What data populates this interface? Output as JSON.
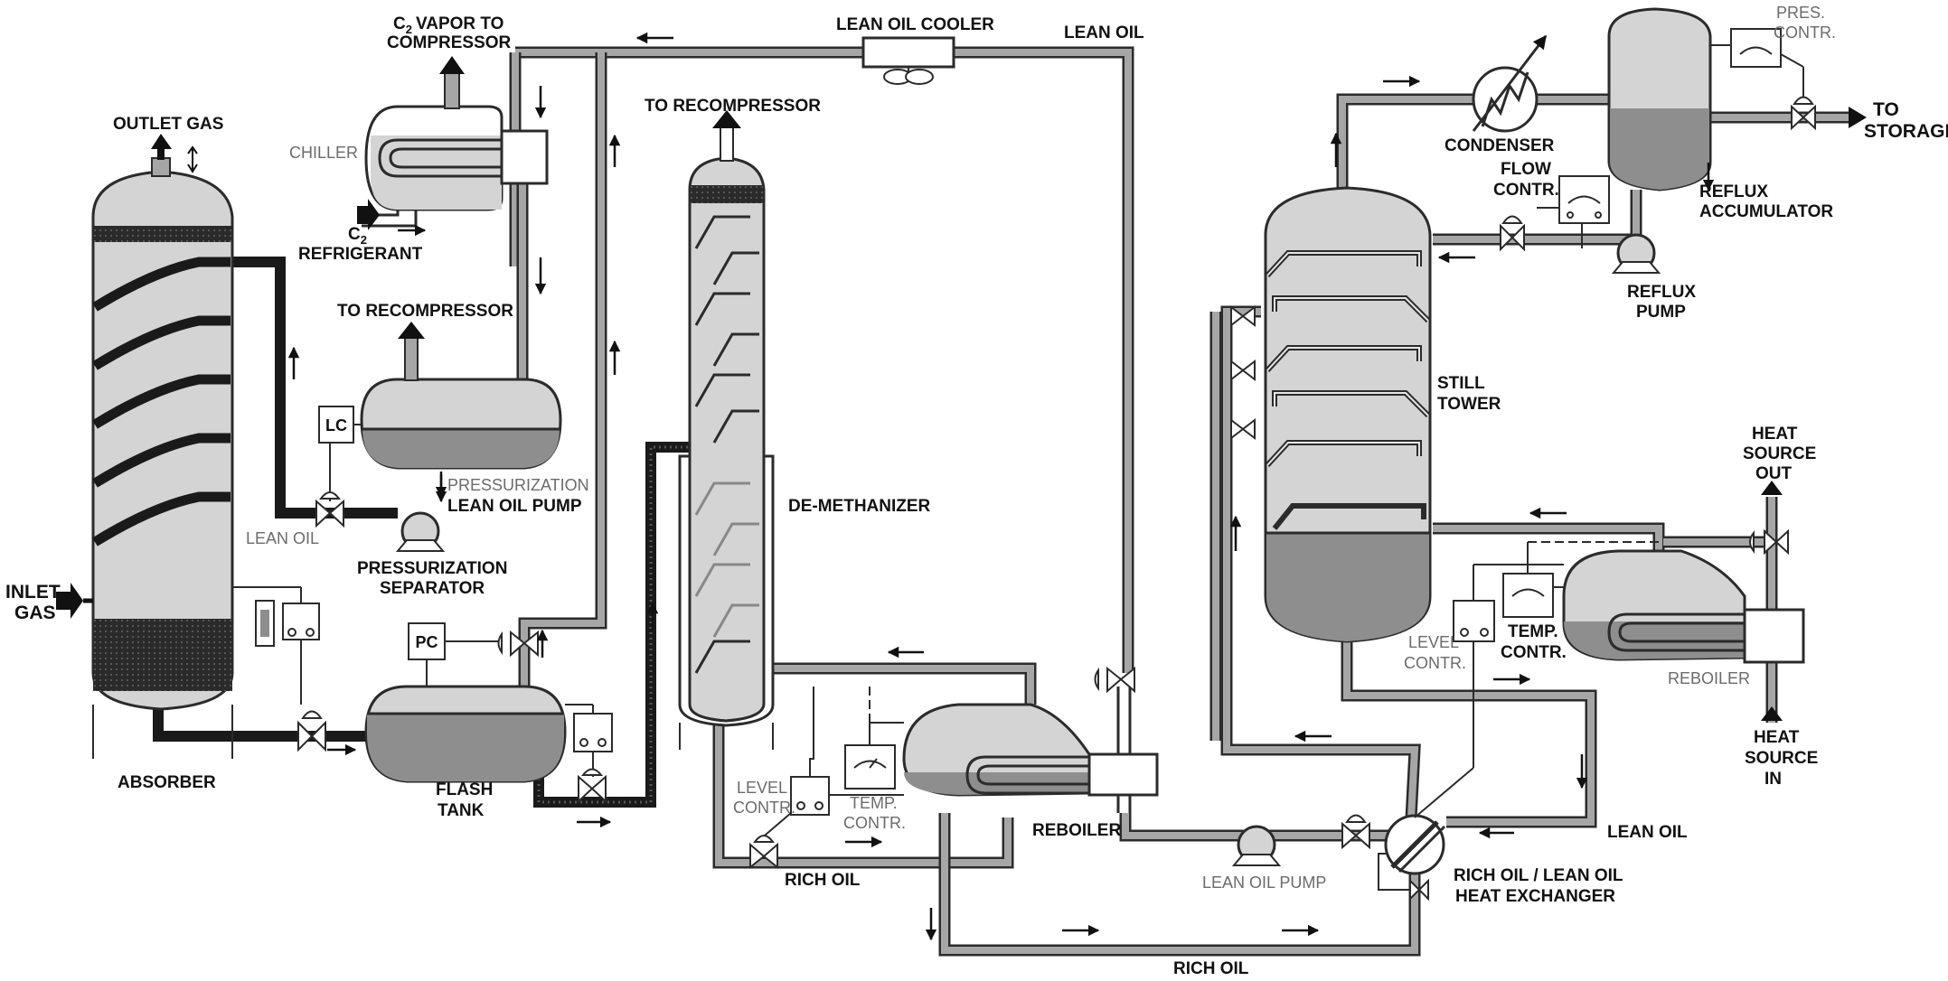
{
  "colors": {
    "pipe_gray": "#a6a6a6",
    "pipe_black": "#222222",
    "vessel_light": "#d4d4d4",
    "vessel_dark": "#8e8e8e",
    "outline": "#2b2b2b"
  },
  "labels": {
    "c2_vapor": "VAPOR TO",
    "c2_vapor_prefix": "C",
    "c2_vapor_sub": "2",
    "compressor": "COMPRESSOR",
    "lean_oil_cooler": "LEAN OIL COOLER",
    "lean_oil_top": "LEAN OIL",
    "outlet_gas": "OUTLET GAS",
    "chiller": "CHILLER",
    "c2_ref_prefix": "C",
    "c2_ref_sub": "2",
    "refrigerant": "REFRIGERANT",
    "to_recompressor_1": "TO RECOMPRESSOR",
    "to_recompressor_2": "TO RECOMPRESSOR",
    "lc": "LC",
    "pressurization_1": "PRESSURIZATION",
    "lean_oil_pump_1": "LEAN OIL PUMP",
    "lean_oil_left": "LEAN OIL",
    "pressurization_sep_1": "PRESSURIZATION",
    "pressurization_sep_2": "SEPARATOR",
    "inlet": "INLET",
    "gas": "GAS",
    "absorber": "ABSORBER",
    "pc": "PC",
    "flash": "FLASH",
    "tank": "TANK",
    "de_methanizer": "DE-METHANIZER",
    "level_contr_1a": "LEVEL",
    "level_contr_1b": "CONTR.",
    "temp_contr_1a": "TEMP.",
    "temp_contr_1b": "CONTR.",
    "reboiler_1": "REBOILER",
    "rich_oil_1": "RICH OIL",
    "rich_oil_bottom": "RICH OIL",
    "lean_oil_pump_2": "LEAN OIL PUMP",
    "hx_1": "RICH OIL / LEAN OIL",
    "hx_2": "HEAT EXCHANGER",
    "lean_oil_right": "LEAN OIL",
    "condenser": "CONDENSER",
    "pres_contr_1": "PRES.",
    "pres_contr_2": "CONTR.",
    "to": "TO",
    "storage": "STORAGE",
    "flow_contr_1": "FLOW",
    "flow_contr_2": "CONTR.",
    "reflux_acc_1": "REFLUX",
    "reflux_acc_2": "ACCUMULATOR",
    "reflux_pump_1": "REFLUX",
    "reflux_pump_2": "PUMP",
    "still_1": "STILL",
    "still_2": "TOWER",
    "heat_out_1": "HEAT",
    "heat_out_2": "SOURCE",
    "heat_out_3": "OUT",
    "level_contr_2a": "LEVEL",
    "level_contr_2b": "CONTR.",
    "temp_contr_2a": "TEMP.",
    "temp_contr_2b": "CONTR.",
    "reboiler_2": "REBOILER",
    "heat_in_1": "HEAT",
    "heat_in_2": "SOURCE",
    "heat_in_3": "IN"
  }
}
